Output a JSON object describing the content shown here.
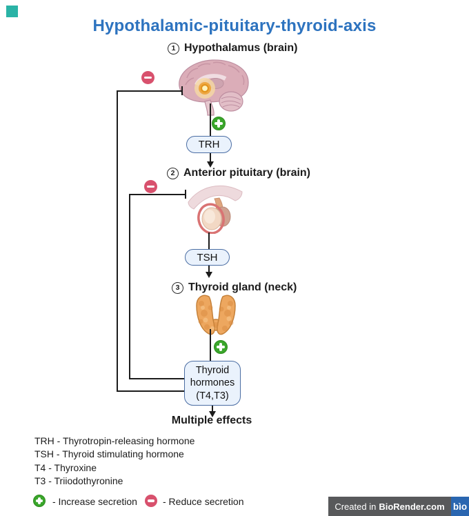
{
  "title": "Hypothalamic-pituitary-thyroid-axis",
  "steps": [
    {
      "number": "1",
      "label": "Hypothalamus (brain)"
    },
    {
      "number": "2",
      "label": "Anterior pituitary (brain)"
    },
    {
      "number": "3",
      "label": "Thyroid gland (neck)"
    }
  ],
  "nodes": {
    "trh": "TRH",
    "tsh": "TSH",
    "thyroid_hormones_lines": [
      "Thyroid",
      "hormones",
      "(T4,T3)"
    ],
    "multiple_effects": "Multiple effects"
  },
  "legend_abbreviations": [
    "TRH - Thyrotropin-releasing hormone",
    "TSH - Thyroid stimulating hormone",
    "T4 - Thyroxine",
    "T3 - Triiodothyronine"
  ],
  "secretion_legend": {
    "increase_label": "- Increase secretion",
    "reduce_label": "- Reduce secretion"
  },
  "footer": {
    "prefix": "Created in",
    "brand": "BioRender.com",
    "logo_text": "bìo"
  },
  "colors": {
    "title_blue": "#2d73bf",
    "pill_fill": "#eaf2fc",
    "pill_border": "#4a6da3",
    "plus_green": "#3aa62b",
    "minus_pink": "#d8516d",
    "thyroid_orange": "#eda75f",
    "brain_pink": "#dbadb8",
    "footer_gray": "#58595b",
    "footer_blue": "#2a66b0",
    "teal_square": "#2ab3a6",
    "line_black": "#1b1b1b"
  }
}
